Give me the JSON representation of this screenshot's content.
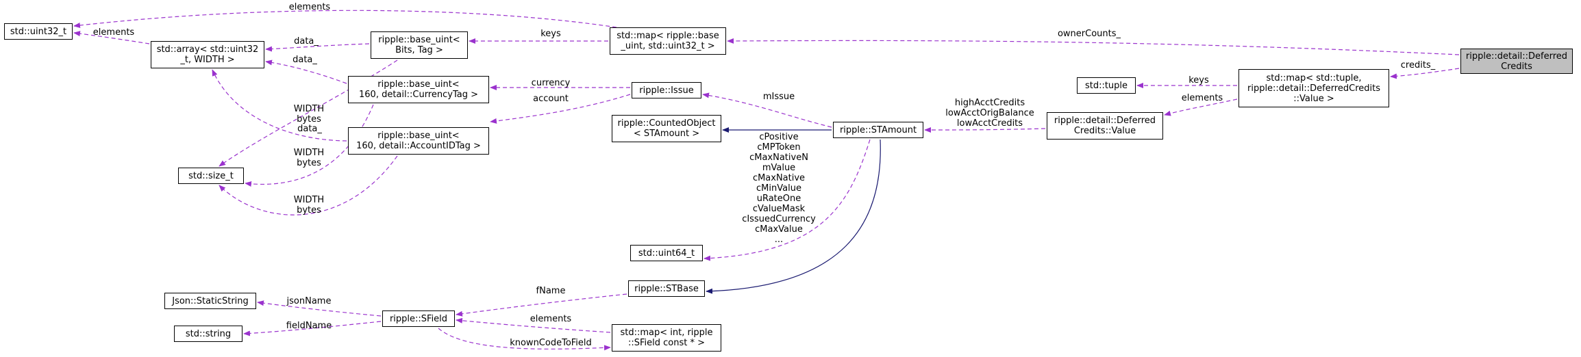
{
  "colors": {
    "usage": "#9a32cd",
    "inherit": "#191970",
    "root_fill": "#bfbfbf"
  },
  "nodes": {
    "deferred_credits": [
      "ripple::detail::Deferred",
      "Credits"
    ],
    "map_tuple": [
      "std::map< std::tuple,",
      "ripple::detail::DeferredCredits",
      "::Value >"
    ],
    "tuple": [
      "std::tuple"
    ],
    "dc_value": [
      "ripple::detail::Deferred",
      "Credits::Value"
    ],
    "map_base_uint": [
      "std::map< ripple::base",
      "_uint, std::uint32_t >"
    ],
    "uint32": [
      "std::uint32_t"
    ],
    "std_array": [
      "std::array< std::uint32",
      "_t, WIDTH >"
    ],
    "base_uint_bits": [
      "ripple::base_uint<",
      "Bits, Tag >"
    ],
    "base_uint_currency": [
      "ripple::base_uint<",
      "160, detail::CurrencyTag >"
    ],
    "base_uint_account": [
      "ripple::base_uint<",
      "160, detail::AccountIDTag >"
    ],
    "size_t": [
      "std::size_t"
    ],
    "issue": [
      "ripple::Issue"
    ],
    "counted_object": [
      "ripple::CountedObject",
      "< STAmount >"
    ],
    "stamount": [
      "ripple::STAmount"
    ],
    "uint64": [
      "std::uint64_t"
    ],
    "stbase": [
      "ripple::STBase"
    ],
    "json_static_string": [
      "Json::StaticString"
    ],
    "std_string": [
      "std::string"
    ],
    "sfield": [
      "ripple::SField"
    ],
    "map_int_sfield": [
      "std::map< int, ripple",
      "::SField const * >"
    ]
  },
  "edge_labels": {
    "owner_counts": [
      "ownerCounts_"
    ],
    "credits": [
      "credits_"
    ],
    "keys_tuple": [
      "keys"
    ],
    "elements_value": [
      "elements"
    ],
    "acct_credits": [
      "highAcctCredits",
      "lowAcctOrigBalance",
      "lowAcctCredits"
    ],
    "keys_base": [
      "keys"
    ],
    "elements_top": [
      "elements"
    ],
    "elements_array": [
      "elements"
    ],
    "data_bits": [
      "data_"
    ],
    "data_currency": [
      "data_"
    ],
    "data_account": [
      "data_"
    ],
    "width_bytes_bits": [
      "WIDTH",
      "bytes"
    ],
    "width_bytes_currency": [
      "WIDTH",
      "bytes"
    ],
    "width_bytes_account": [
      "WIDTH",
      "bytes"
    ],
    "currency": [
      "currency"
    ],
    "account": [
      "account"
    ],
    "missue": [
      "mIssue"
    ],
    "constants": [
      "cPositive",
      "cMPToken",
      "cMaxNativeN",
      "mValue",
      "cMaxNative",
      "cMinValue",
      "uRateOne",
      "cValueMask",
      "cIssuedCurrency",
      "cMaxValue",
      "..."
    ],
    "fname": [
      "fName"
    ],
    "json_name": [
      "jsonName"
    ],
    "field_name": [
      "fieldName"
    ],
    "elements_sfield": [
      "elements"
    ],
    "known_code": [
      "knownCodeToField"
    ]
  }
}
